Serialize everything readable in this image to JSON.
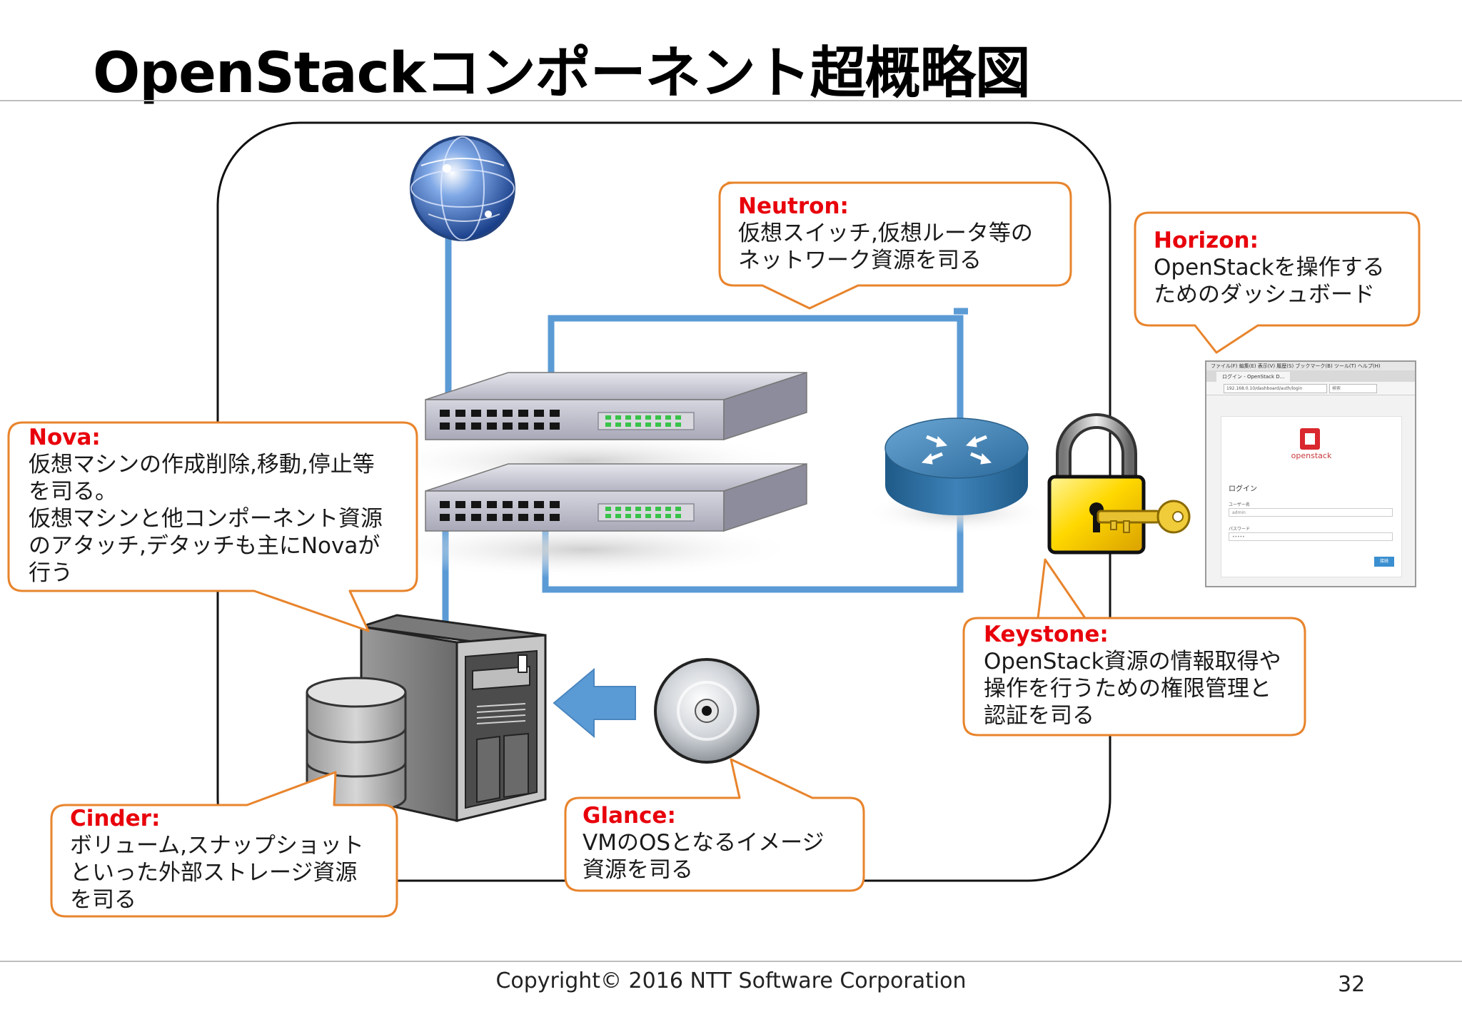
{
  "slide": {
    "title": "OpenStackコンポーネント超概略図",
    "copyright": "Copyright© 2016 NTT Software Corporation",
    "page_number": "32"
  },
  "callouts": {
    "neutron": {
      "head": "Neutron:",
      "lines": [
        "仮想スイッチ,仮想ルータ等の",
        "ネットワーク資源を司る"
      ]
    },
    "horizon": {
      "head": "Horizon:",
      "lines": [
        "OpenStackを操作する",
        "ためのダッシュボード"
      ]
    },
    "nova": {
      "head": "Nova:",
      "lines": [
        "仮想マシンの作成削除,移動,停止等",
        "を司る。",
        "仮想マシンと他コンポーネント資源",
        "のアタッチ,デタッチも主にNovaが",
        "行う"
      ]
    },
    "keystone": {
      "head": "Keystone:",
      "lines": [
        "OpenStack資源の情報取得や",
        "操作を行うための権限管理と",
        "認証を司る"
      ]
    },
    "cinder": {
      "head": "Cinder:",
      "lines": [
        "ボリューム,スナップショット",
        "といった外部ストレージ資源",
        "を司る"
      ]
    },
    "glance": {
      "head": "Glance:",
      "lines": [
        "VMのOSとなるイメージ",
        "資源を司る"
      ]
    }
  },
  "dashboard": {
    "menu": "ファイル(F)  編集(E)  表示(V)  履歴(S)  ブックマーク(B)  ツール(T)  ヘルプ(H)",
    "tab": "ログイン - OpenStack D...",
    "url": "192.168.0.10/dashboard/auth/login",
    "search": "検索",
    "brand": "openstack",
    "panel_title": "ログイン",
    "user_label": "ユーザー名",
    "user_value": "admin",
    "pass_label": "パスワード",
    "pass_value": "•••••",
    "login_button": "接続"
  },
  "colors": {
    "accent_red": "#e8000b",
    "callout_border": "#e8842c",
    "link_blue": "#5b9bd5",
    "router_blue": "#2f6f9e"
  },
  "icons": [
    "globe-icon",
    "switch-icon",
    "router-icon",
    "padlock-icon",
    "key-icon",
    "server-icon",
    "database-icon",
    "disc-icon",
    "arrow-left-icon"
  ]
}
